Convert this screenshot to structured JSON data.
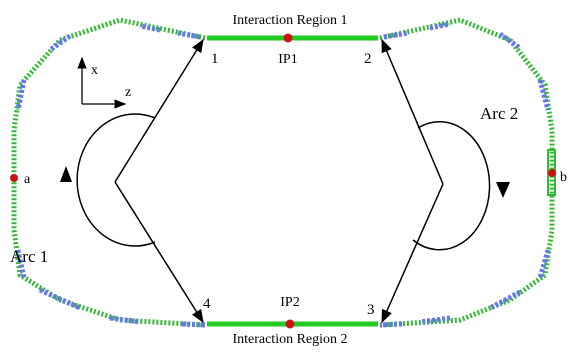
{
  "labels": {
    "interaction_region_1": "Interaction Region 1",
    "interaction_region_2": "Interaction Region 2",
    "ip1": "IP1",
    "ip2": "IP2",
    "arc1": "Arc 1",
    "arc2": "Arc 2",
    "point_a": "a",
    "point_b": "b",
    "corner_1": "1",
    "corner_2": "2",
    "corner_3": "3",
    "corner_4": "4",
    "axis_x": "x",
    "axis_z": "z"
  },
  "colors": {
    "straight_section": "#22cc22",
    "arc_magnet_green": "#33bb33",
    "arc_magnet_blue": "#6677ee",
    "arc_magnet_purple": "#7755dd",
    "ip_marker": "#cc1111",
    "arrow": "#000000"
  }
}
